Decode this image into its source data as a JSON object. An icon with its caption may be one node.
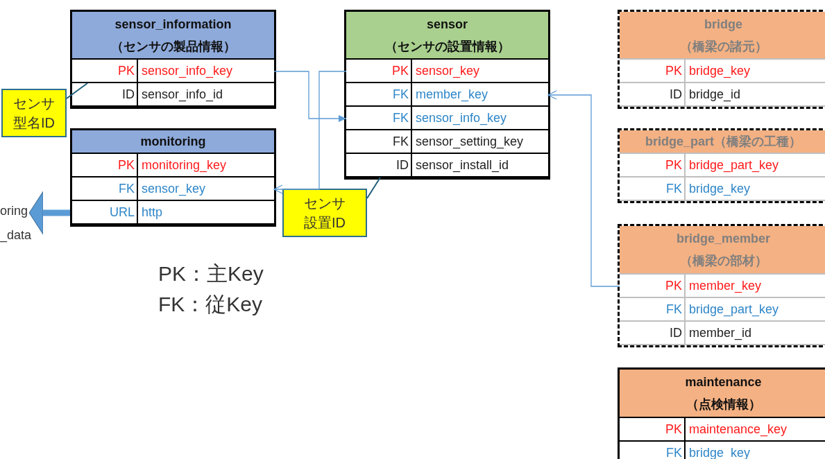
{
  "diagram": {
    "nodes": [
      {
        "text": [
          "sensor_information",
          "（センサの製品情報）"
        ]
      },
      {
        "text": [
          "PK",
          "sensor_info_key"
        ],
        "in": 0
      },
      {
        "text": [
          "ID",
          "sensor_info_id"
        ],
        "in": 0
      },
      {
        "text": [
          "monitoring"
        ]
      },
      {
        "text": [
          "PK",
          "monitoring_key"
        ],
        "in": 3
      },
      {
        "text": [
          "FK",
          "sensor_key"
        ],
        "in": 3
      },
      {
        "text": [
          "URL",
          "http"
        ],
        "in": 3
      },
      {
        "text": [
          "sensor",
          "（センサの設置情報）"
        ]
      },
      {
        "text": [
          "PK",
          "sensor_key"
        ],
        "in": 7
      },
      {
        "text": [
          "FK",
          "member_key"
        ],
        "in": 7
      },
      {
        "text": [
          "FK",
          "sensor_info_key"
        ],
        "in": 7
      },
      {
        "text": [
          "FK",
          "sensor_setting_key"
        ],
        "in": 7
      },
      {
        "text": [
          "ID",
          "sensor_install_id"
        ],
        "in": 7
      },
      {
        "text": [
          "bridge",
          "（橋梁の諸元）"
        ]
      },
      {
        "text": [
          "PK",
          "bridge_key"
        ],
        "in": 13
      },
      {
        "text": [
          "ID",
          "bridge_id"
        ],
        "in": 13
      },
      {
        "text": [
          "bridge_part（橋梁の工種）"
        ]
      },
      {
        "text": [
          "PK",
          "bridge_part_key"
        ],
        "in": 16
      },
      {
        "text": [
          "FK",
          "bridge_key"
        ],
        "in": 16
      },
      {
        "text": [
          "bridge_member",
          "（橋梁の部材）"
        ]
      },
      {
        "text": [
          "PK",
          "member_key"
        ],
        "in": 19
      },
      {
        "text": [
          "FK",
          "bridge_part_key"
        ],
        "in": 19
      },
      {
        "text": [
          "ID",
          "member_id"
        ],
        "in": 19
      },
      {
        "text": [
          "maintenance",
          "（点検情報）"
        ]
      },
      {
        "text": [
          "PK",
          "maintenance_key"
        ],
        "in": 23
      },
      {
        "text": [
          "FK",
          "bridge_key"
        ],
        "in": 23
      },
      {
        "text": [
          "センサ型名ID"
        ]
      },
      {
        "text": [
          "センサ設置ID"
        ]
      },
      {
        "text": [
          "oring"
        ]
      }
    ],
    "edges": [
      {
        "from": 1,
        "to": 10,
        "arrow": "to"
      },
      {
        "from": 8,
        "to": 5,
        "arrow": "to"
      },
      {
        "from": 20,
        "to": 9,
        "arrow": "to"
      },
      {
        "from": 26,
        "to": 2,
        "arrow": "none",
        "color": "#1f5f7a"
      },
      {
        "from": 27,
        "to": 12,
        "arrow": "none",
        "color": "#1f5f7a"
      },
      {
        "from": 3,
        "to": 28,
        "arrow": "to",
        "style": "thick"
      }
    ],
    "labels": [
      "_data",
      "PK：主Key",
      "FK：従Key"
    ]
  }
}
